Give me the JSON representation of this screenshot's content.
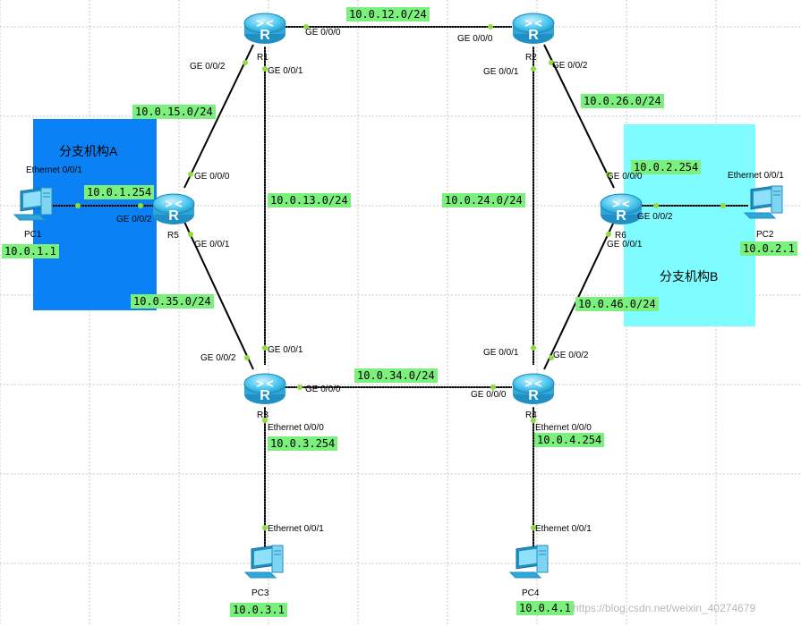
{
  "colors": {
    "branch_a_fill": "#0a82f5",
    "branch_b_fill": "#7ffcff",
    "label_bg": "#7cf07c",
    "link": "#000000",
    "grid": "#c8c8c8",
    "router_body": "#48c5ee",
    "port_dot": "#8fdc3a"
  },
  "areas": {
    "branch_a": "分支机构A",
    "branch_b": "分支机构B"
  },
  "devices": {
    "R1": "R1",
    "R2": "R2",
    "R3": "R3",
    "R4": "R4",
    "R5": "R5",
    "R6": "R6",
    "PC1": "PC1",
    "PC2": "PC2",
    "PC3": "PC3",
    "PC4": "PC4"
  },
  "device_icons": {
    "router": "router-icon",
    "pc": "pc-icon"
  },
  "networks": {
    "r1_r2": "10.0.12.0/24",
    "r1_r5": "10.0.15.0/24",
    "r1_r3": "10.0.13.0/24",
    "r2_r6": "10.0.26.0/24",
    "r2_r4": "10.0.24.0/24",
    "r3_r4": "10.0.34.0/24",
    "r3_r5": "10.0.35.0/24",
    "r4_r6": "10.0.46.0/24"
  },
  "addresses": {
    "r5_gw": "10.0.1.254",
    "pc1": "10.0.1.1",
    "r6_gw": "10.0.2.254",
    "pc2": "10.0.2.1",
    "r3_gw": "10.0.3.254",
    "pc3": "10.0.3.1",
    "r4_gw": "10.0.4.254",
    "pc4": "10.0.4.1"
  },
  "ports": {
    "r1_ge000": "GE 0/0/0",
    "r1_ge001": "GE 0/0/1",
    "r1_ge002": "GE 0/0/2",
    "r2_ge000": "GE 0/0/0",
    "r2_ge001": "GE 0/0/1",
    "r2_ge002": "GE 0/0/2",
    "r5_ge000": "GE 0/0/0",
    "r5_ge001": "GE 0/0/1",
    "r5_ge002": "GE 0/0/2",
    "r6_ge000": "GE 0/0/0",
    "r6_ge001": "GE 0/0/1",
    "r6_ge002": "GE 0/0/2",
    "r3_ge000": "GE 0/0/0",
    "r3_ge001": "GE 0/0/1",
    "r3_ge002": "GE 0/0/2",
    "r3_eth000": "Ethernet 0/0/0",
    "r4_ge000": "GE 0/0/0",
    "r4_ge001": "GE 0/0/1",
    "r4_ge002": "GE 0/0/2",
    "r4_eth000": "Ethernet 0/0/0",
    "pc1_eth": "Ethernet 0/0/1",
    "pc2_eth": "Ethernet 0/0/1",
    "pc3_eth": "Ethernet 0/0/1",
    "pc4_eth": "Ethernet 0/0/1"
  },
  "watermark": "https://blog.csdn.net/weixin_40274679"
}
